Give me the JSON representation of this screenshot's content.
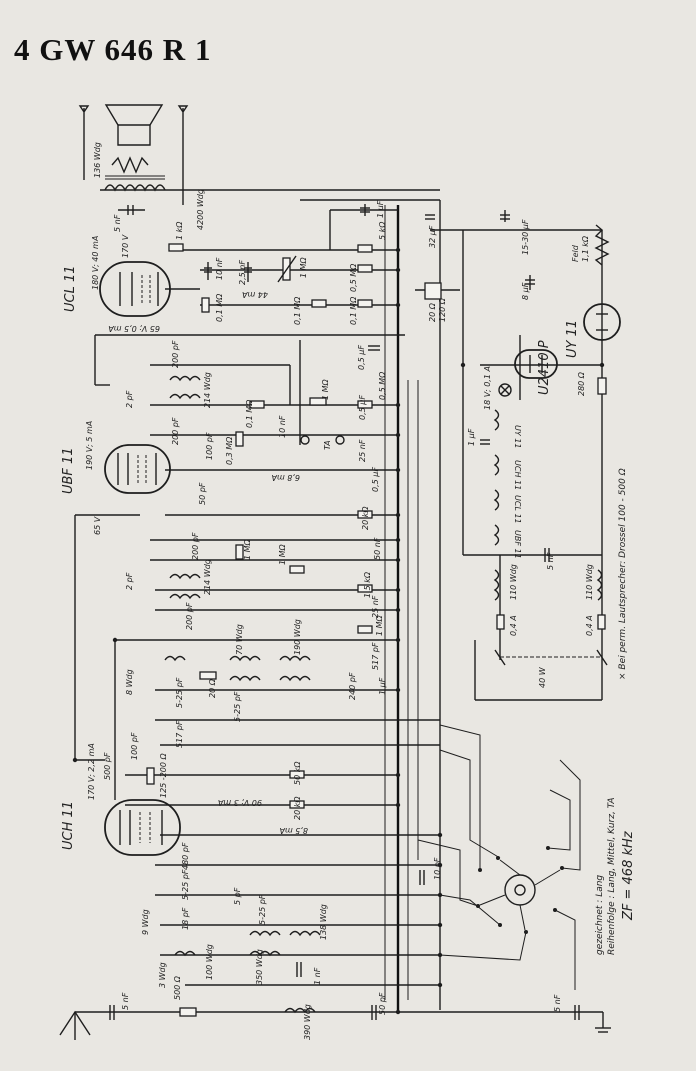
{
  "title": "4 GW 646 R 1",
  "tubes": {
    "ucl11": "UCL 11",
    "ubf11": "UBF 11",
    "uch11": "UCH 11",
    "uy11": "UY 11",
    "u2410p": "U2410 P"
  },
  "voltages": {
    "ucl11_anode": "180 V; 40 mA",
    "ucl11_screen": "170 V",
    "ucl11_bottom": "65 V; 0,5 mA",
    "ubf11_anode": "190 V; 5 mA",
    "ubf11_65v": "65 V",
    "ubf11_6_8ma": "6,8 mA",
    "uch11_anode": "170 V; 2,2 mA",
    "uch11_90v": "90 V; 3 mA",
    "uch11_8_5ma": "8,5 mA",
    "ucl11_44ma": "44 mA"
  },
  "components": {
    "spk_136wdg": "136 Wdg",
    "spk_4200wdg": "4200 Wdg",
    "c_5nF_out": "5 nF",
    "r_1k": "1 kΩ",
    "c_10nF_a": "10 nF",
    "c_2_5nF": "2,5 nF",
    "pot_1M": "1 MΩ",
    "r_0_1M_a": "0,1 MΩ",
    "r_0_1M_b": "0,1 MΩ",
    "r_0_1M_c": "0,1 MΩ",
    "r_0_5M_a": "0,5 MΩ",
    "c_1uF_a": "1 µF",
    "r_5k": "5 kΩ",
    "c_32uF": "32 µF",
    "c_15_30uF": "15-30 µF",
    "feld": "Feld",
    "feld_r": "1,1 kΩ",
    "c_8uF": "8 µF",
    "r_20": "20 Ω",
    "r_120": "120 Ω",
    "c_0_5uF_a": "0,5 µF",
    "c_200pF_a": "200 pF",
    "c_2pF_a": "2 pF",
    "c_214wdg_a": "214 Wdg",
    "c_200pF_b": "200 pF",
    "r_0_1M_d": "0,1 MΩ",
    "c_10nF_b": "10 nF",
    "pot_1M_b": "1 MΩ",
    "r_0_5M_b": "0,5 MΩ",
    "c_0_5uF_b": "0,5 µF",
    "r_0_3M": "0,3 MΩ",
    "c_100pF_a": "100 pF",
    "ta": "TA",
    "c_25nF": "25 nF",
    "c_50pF_a": "50 pF",
    "c_0_5uF_c": "0,5 µF",
    "r_20k_a": "20 kΩ",
    "r_1M_a": "1 MΩ",
    "r_1M_b": "1 MΩ",
    "c_50nF": "50 nF",
    "c_200pF_c": "200 pF",
    "c_2pF_b": "2 pF",
    "c_214wdg_b": "214 Wdg",
    "c_200pF_d": "200 pF",
    "r_1_5k": "1,5 kΩ",
    "c_25nF_b": "25 nF",
    "r_1M_c": "1 MΩ",
    "pilot": "18 V; 0,1 A",
    "c_1uF_b": "1 µF",
    "r_280": "280 Ω",
    "h_ux11": "UY 11",
    "h_uch11": "UCH 11",
    "h_ucl11": "UCL 11",
    "h_ubf11": "UBF 11",
    "c_5nF_mid": "5 nF",
    "coil_110_a": "110 Wdg",
    "coil_110_b": "110 Wdg",
    "fuse_a": "0,4 A",
    "fuse_b": "0,4 A",
    "sw_40w": "40 W",
    "c_8wdg": "8 Wdg",
    "c_70wdg": "70 Wdg",
    "c_190wdg": "190 Wdg",
    "r_20_b": "20 Ω",
    "c_517pF_a": "517 pF",
    "c_240pF": "240 pF",
    "c_1uF_c": "1 µF",
    "c_5_25pF_a": "5-25 pF",
    "c_5_25pF_b": "5-25 pF",
    "c_517pF_b": "517 pF",
    "c_500pF": "500 pF",
    "c_100pF_b": "100 pF",
    "r_125_200": "125 -200 Ω",
    "r_50k": "50 kΩ",
    "r_20k_b": "20 kΩ",
    "c_480pF": "480 pF",
    "c_5_25pF_c": "5-25 pF",
    "c_10pF": "10 pF",
    "c_18pF": "18 pF",
    "c_9wdg": "9 Wdg",
    "c_5_25pF_d": "5-25 pF",
    "c_5pF": "5 pF",
    "c_138wdg": "138 Wdg",
    "c_100wdg": "100 Wdg",
    "c_350wdg": "350 Wdg",
    "c_3wdg": "3 Wdg",
    "c_1nF": "1 nF",
    "c_5nF_ant": "5 nF",
    "r_500": "500 Ω",
    "c_390wdg": "390 Wdg",
    "c_50pF_b": "50 pF",
    "c_5nF_gnd": "5 nF"
  },
  "notes": {
    "footnote": "× Bei perm. Lautsprecher: Drossel 100 - 500 Ω",
    "gezeichnet": "gezeichnet : Lang",
    "reihenfolge": "Reihenfolge : Lang, Mittel, Kurz, TA",
    "zf": "ZF = 468 kHz"
  }
}
